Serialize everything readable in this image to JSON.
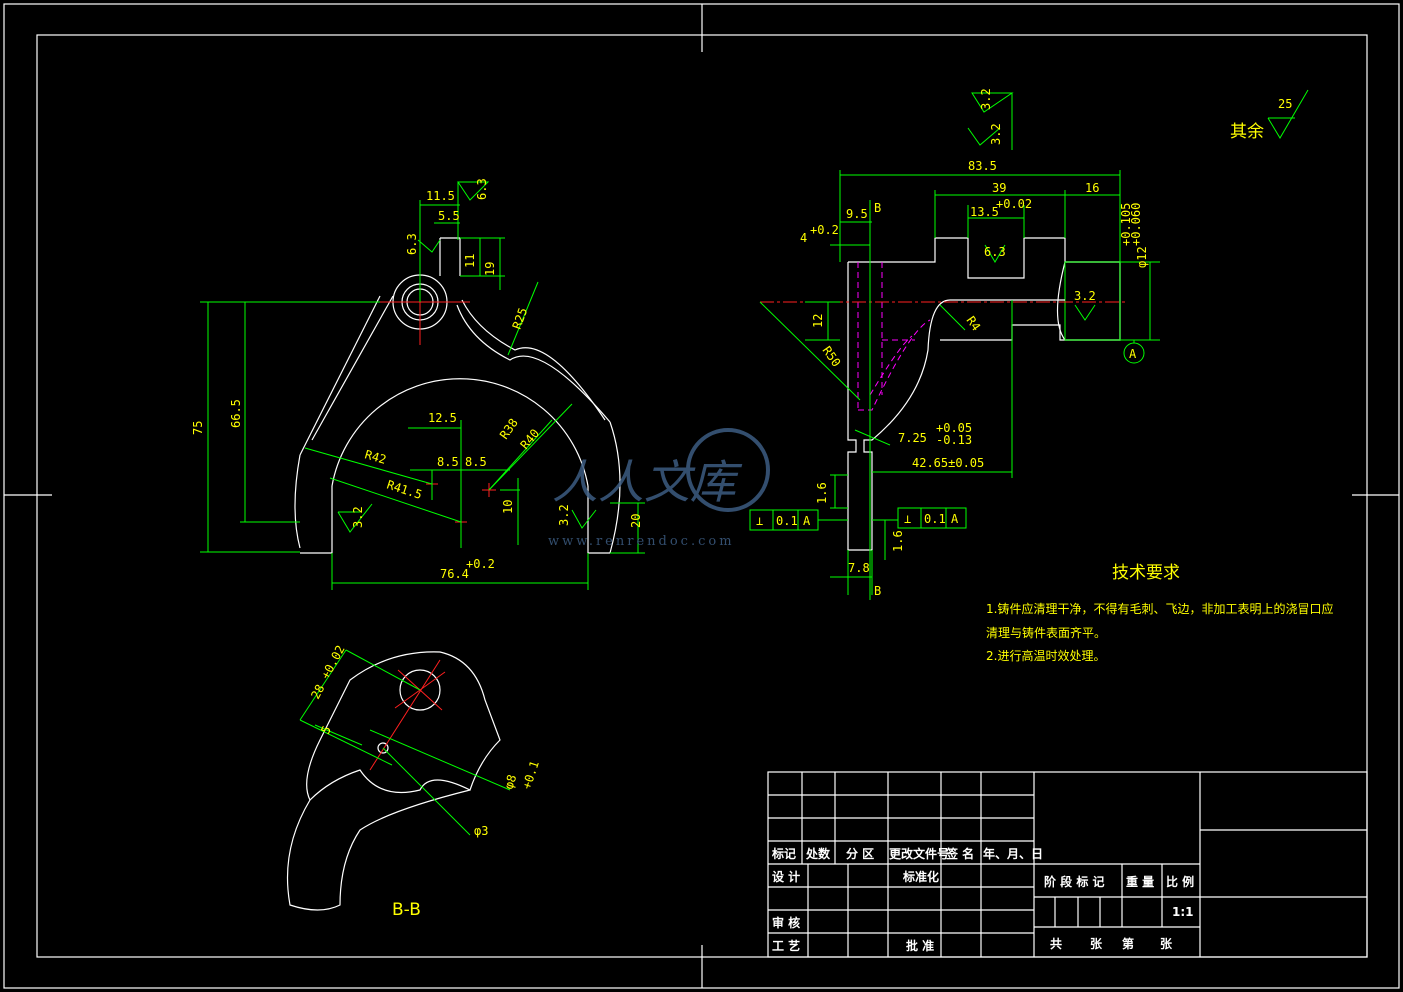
{
  "surface_other": "其余",
  "surface_other_value": "25",
  "left_view": {
    "dims": [
      "11.5",
      "5.5",
      "6.3",
      "6.3",
      "11",
      "19",
      "R25",
      "75",
      "66.5",
      "12.5",
      "R38",
      "R40",
      "R42",
      "8.5",
      "8.5",
      "R41.5",
      "10",
      "3.2",
      "3.2",
      "20",
      "76.4",
      "+0.2"
    ]
  },
  "right_view": {
    "dims": [
      "3.2",
      "3.2",
      "83.5",
      "39",
      "16",
      "9.5",
      "B",
      "4",
      "+0.2",
      "13.5",
      "+0.02",
      "6.3",
      "3.2",
      "φ12",
      "+0.105",
      "+0.060",
      "A",
      "12",
      "R4",
      "R50",
      "7.25",
      "+0.05",
      "-0.13",
      "42.65±0.05",
      "1.6",
      "1.6",
      "7.8",
      "B"
    ],
    "tolerance_left": [
      "⊥",
      "0.1",
      "A"
    ],
    "tolerance_right": [
      "⊥",
      "0.1",
      "A"
    ]
  },
  "section_view": {
    "label": "B-B",
    "dims": [
      "28",
      "+0.02",
      "5",
      "φ8",
      "+0.1",
      "φ3"
    ]
  },
  "notes": {
    "title": "技术要求",
    "lines": [
      "1.铸件应清理干净，不得有毛刺、飞边，非加工表明上的浇冒口应",
      "清理与铸件表面齐平。",
      "2.进行高温时效处理。"
    ]
  },
  "title_block": {
    "row_headers": [
      "标记",
      "处数",
      "分 区",
      "更改文件号",
      "签 名",
      "年、月、日"
    ],
    "design": "设 计",
    "standard": "标准化",
    "review": "审 核",
    "process": "工 艺",
    "approve": "批 准",
    "stage": "阶 段 标 记",
    "weight": "重 量",
    "ratio": "比 例",
    "ratio_value": "1:1",
    "sheets": [
      "共",
      "张",
      "第",
      "张"
    ]
  },
  "watermark": {
    "text": "人人文库",
    "url": "www.renrendoc.com"
  },
  "colors": {
    "background": "#000000",
    "outline": "#ffffff",
    "dimension": "#00ff00",
    "text": "#ffff00",
    "centerline": "#ff2020",
    "hidden": "#ff00ff"
  }
}
